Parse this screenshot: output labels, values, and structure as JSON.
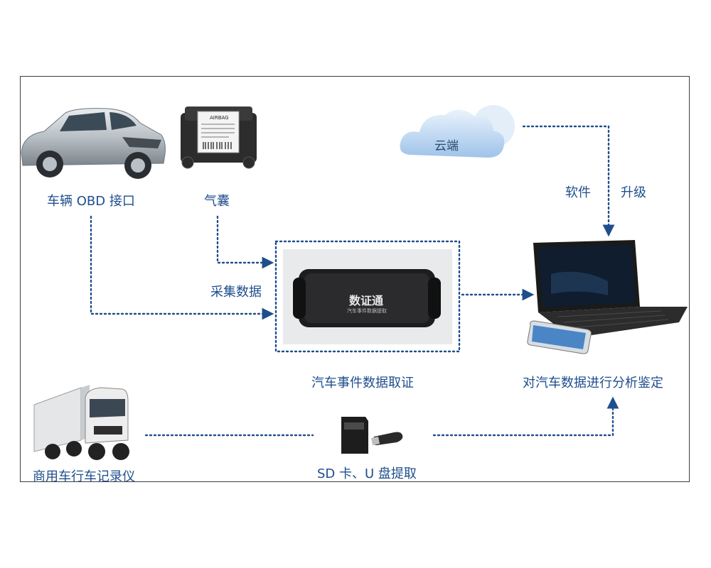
{
  "labels": {
    "car_obd": "车辆 OBD 接口",
    "airbag": "气囊",
    "collect_data": "采集数据",
    "cloud": "云端",
    "software": "软件",
    "upgrade": "升级",
    "forensics": "汽车事件数据取证",
    "analysis": "对汽车数据进行分析鉴定",
    "truck_recorder": "商用车行车记录仪",
    "sd_usb": "SD 卡、U 盘提取"
  },
  "device": {
    "brand": "数证通",
    "subtitle": "汽车事件数据提取"
  },
  "airbag_module": {
    "text": "AIRBAG"
  },
  "colors": {
    "accent": "#1f4e8c",
    "connector": "#1f4e8c"
  }
}
